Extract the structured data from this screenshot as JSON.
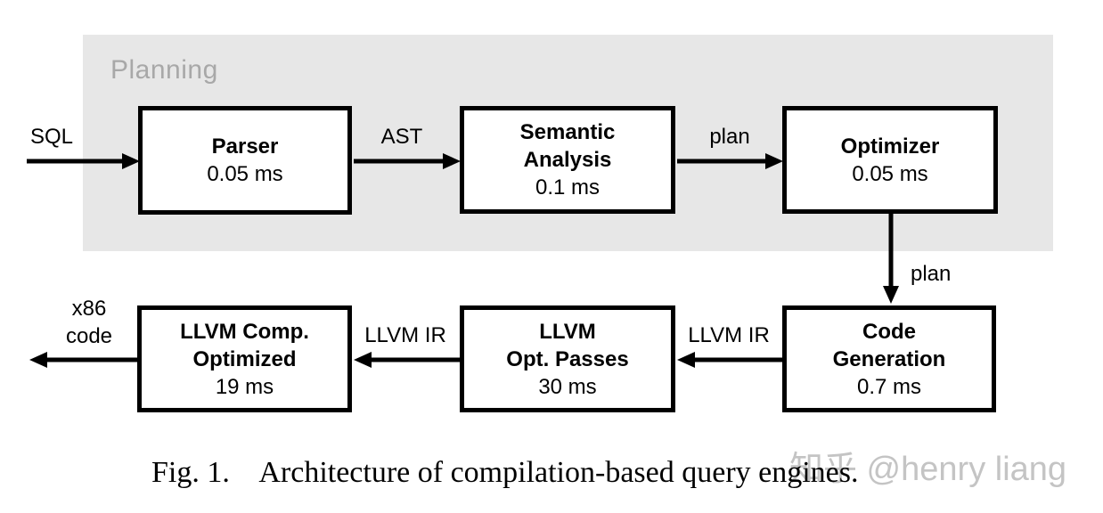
{
  "figure": {
    "planning_label": "Planning",
    "caption": {
      "tag": "Fig. 1.",
      "text": "Architecture of compilation-based query engines."
    },
    "watermark": {
      "text": "知乎 @henry liang"
    },
    "colors": {
      "planning_bg": "#e7e7e7",
      "planning_label": "#a8a8a8",
      "box_border": "#000000",
      "arrow": "#000000",
      "watermark": "#c4c4c4"
    }
  },
  "nodes": {
    "parser": {
      "title": "Parser",
      "time": "0.05 ms"
    },
    "semantic": {
      "title_line1": "Semantic",
      "title_line2": "Analysis",
      "time": "0.1 ms"
    },
    "optimizer": {
      "title": "Optimizer",
      "time": "0.05 ms"
    },
    "llvm_comp": {
      "title_line1": "LLVM Comp.",
      "title_line2": "Optimized",
      "time": "19 ms"
    },
    "llvm_opt": {
      "title_line1": "LLVM",
      "title_line2": "Opt. Passes",
      "time": "30 ms"
    },
    "codegen": {
      "title_line1": "Code",
      "title_line2": "Generation",
      "time": "0.7 ms"
    }
  },
  "edges": {
    "sql_to_parser": {
      "label": "SQL"
    },
    "parser_to_semantic": {
      "label": "AST"
    },
    "semantic_to_optimizer": {
      "label": "plan"
    },
    "optimizer_to_codegen": {
      "label": "plan"
    },
    "codegen_to_llvmopt": {
      "label": "LLVM IR"
    },
    "llvmopt_to_llvmcomp": {
      "label": "LLVM IR"
    },
    "llvmcomp_to_output": {
      "label_line1": "x86",
      "label_line2": "code"
    }
  }
}
